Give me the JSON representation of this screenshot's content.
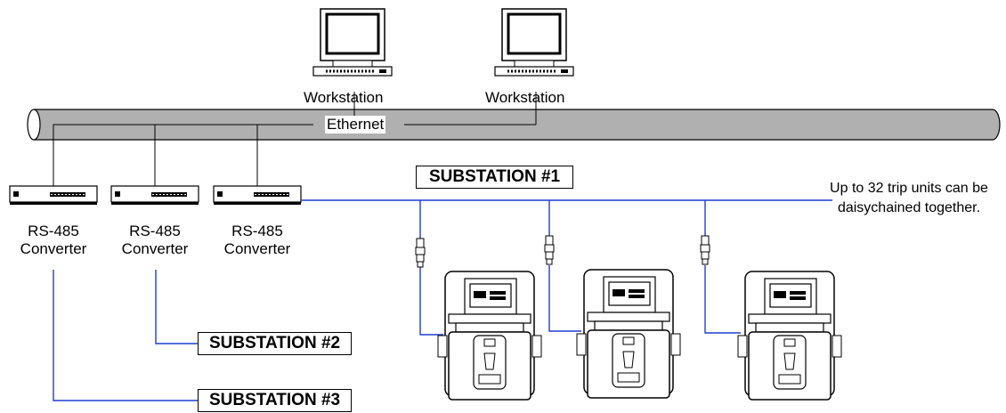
{
  "network": {
    "label": "Ethernet"
  },
  "workstations": [
    {
      "label": "Workstation"
    },
    {
      "label": "Workstation"
    }
  ],
  "converters": [
    {
      "label_line1": "RS-485",
      "label_line2": "Converter"
    },
    {
      "label_line1": "RS-485",
      "label_line2": "Converter"
    },
    {
      "label_line1": "RS-485",
      "label_line2": "Converter"
    }
  ],
  "substations": [
    {
      "label": "SUBSTATION #1"
    },
    {
      "label": "SUBSTATION #2"
    },
    {
      "label": "SUBSTATION #3"
    }
  ],
  "note": {
    "text": "Up to 32 trip units can be daisychained together."
  },
  "trip_units": [
    {},
    {},
    {}
  ],
  "colors": {
    "rs485_line": "#1f3fd0",
    "ethernet_tap": "#555555",
    "outline": "#000000"
  }
}
